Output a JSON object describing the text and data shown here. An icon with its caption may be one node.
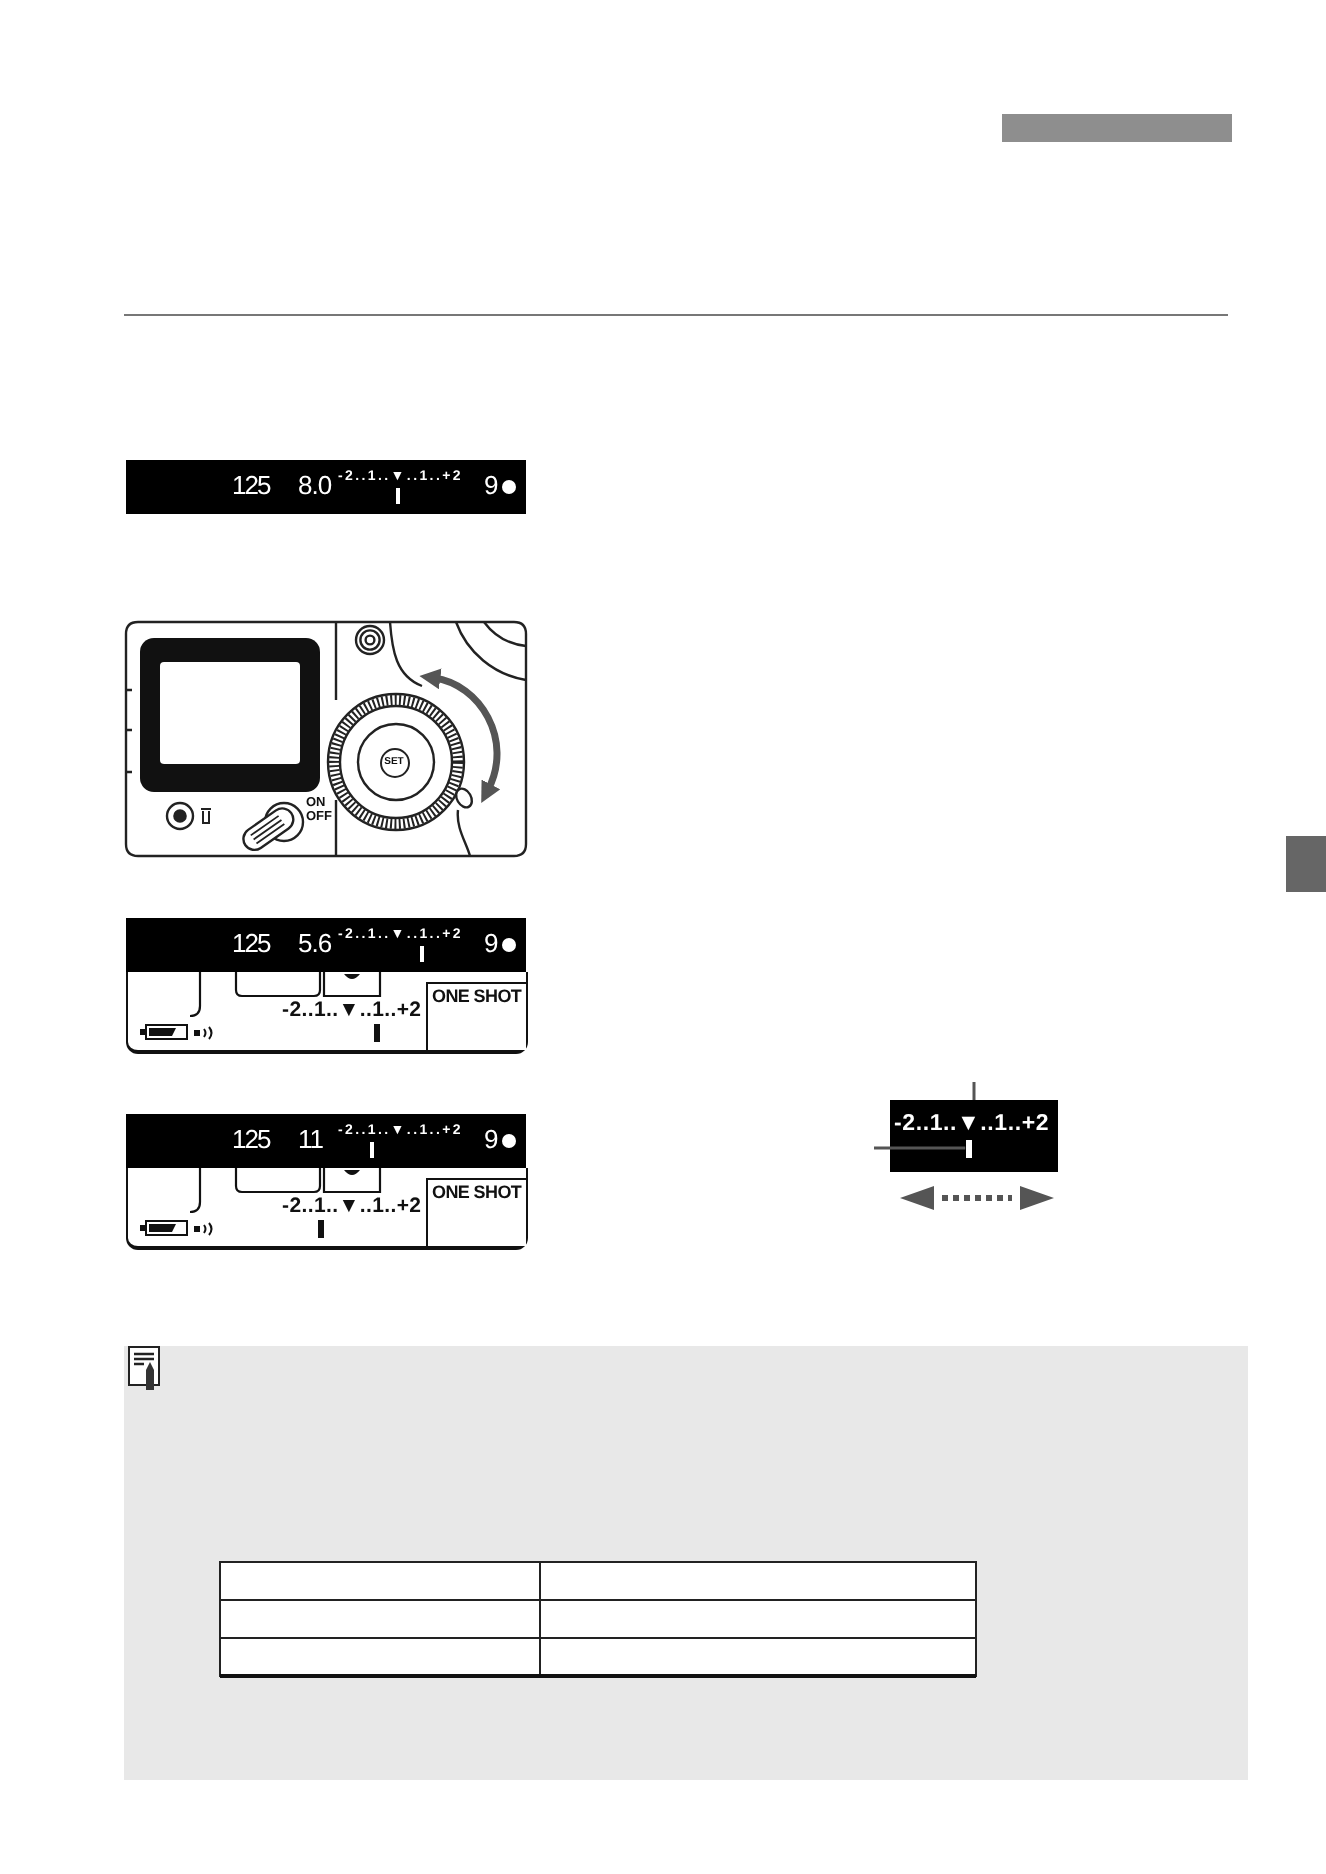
{
  "diagram": {
    "nodes": [
      {
        "text": [
          "125",
          "8.0",
          "-2..1..▼..1..+2",
          "9"
        ]
      },
      {
        "text": [
          "SET"
        ]
      },
      {
        "text": [
          "125",
          "5.6",
          "-2..1..▼..1..+2",
          "9"
        ]
      },
      {
        "text": [
          "-2..1..▼..1..+2"
        ]
      },
      {
        "text": [
          "ONE SHOT"
        ],
        "in": 3
      },
      {
        "text": [
          "125",
          "11",
          "-2..1..▼..1..+2",
          "9"
        ]
      },
      {
        "text": [
          "-2..1..▼..1..+2"
        ]
      },
      {
        "text": [
          "ONE SHOT"
        ],
        "in": 6
      },
      {
        "text": [
          "-2..1..▼..1..+2"
        ]
      },
      {
        "text": [],
        "shape": "bar",
        "in": 8
      }
    ],
    "edges": [
      {
        "from": null,
        "to": 8,
        "arrow": "none"
      },
      {
        "from": null,
        "to": 9,
        "arrow": "none"
      }
    ],
    "labels": [
      "ON OFF"
    ]
  }
}
